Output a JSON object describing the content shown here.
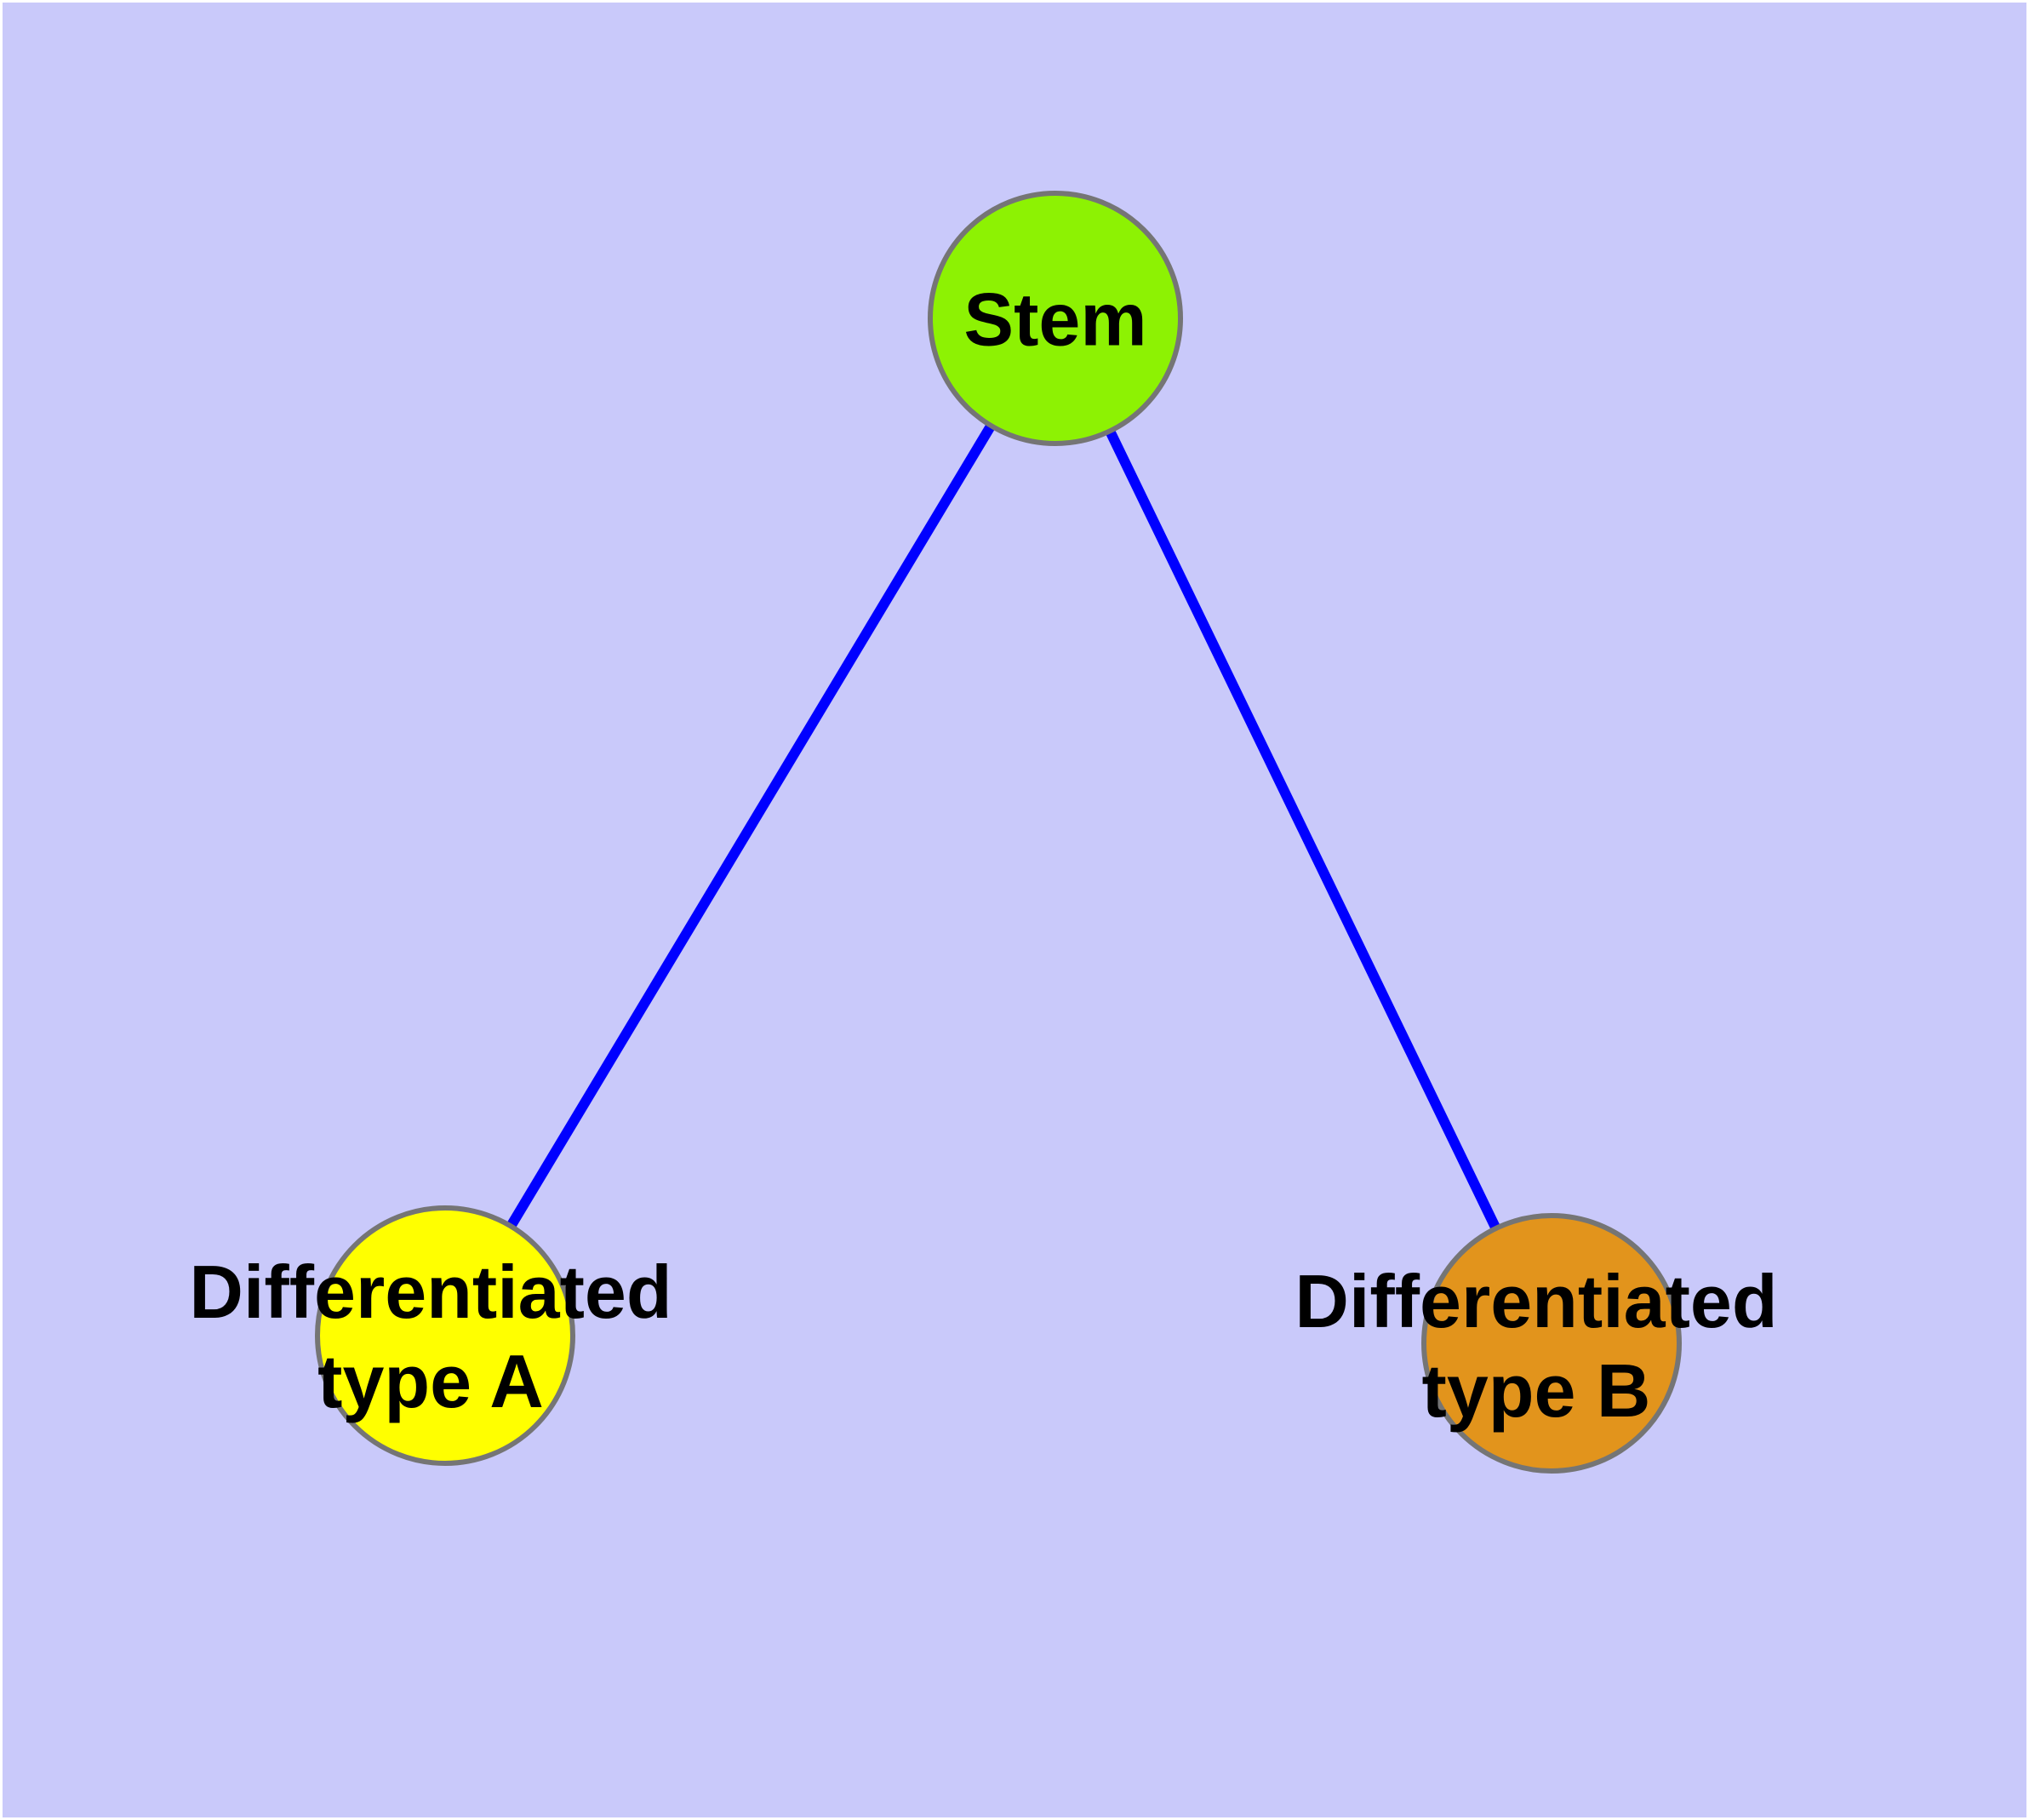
{
  "diagram": {
    "type": "node-link-graph",
    "nodes": [
      {
        "id": "stem",
        "label": "Stem",
        "fill": "#8DF203",
        "shape": "circle"
      },
      {
        "id": "type-a",
        "label_line1": "Differentiated",
        "label_line2": "type A",
        "fill": "#FFFF00",
        "shape": "circle"
      },
      {
        "id": "type-b",
        "label_line1": "Differentiated",
        "label_line2": "type B",
        "fill": "#E2941C",
        "shape": "circle"
      }
    ],
    "edges": [
      {
        "from": "stem",
        "to": "type-a"
      },
      {
        "from": "stem",
        "to": "type-b"
      }
    ],
    "colors": {
      "background": "#C9C9FA",
      "page_margin": "#FFFFFF",
      "node_border": "#757575",
      "edge": "#0000FF",
      "label_text": "#000000"
    }
  }
}
